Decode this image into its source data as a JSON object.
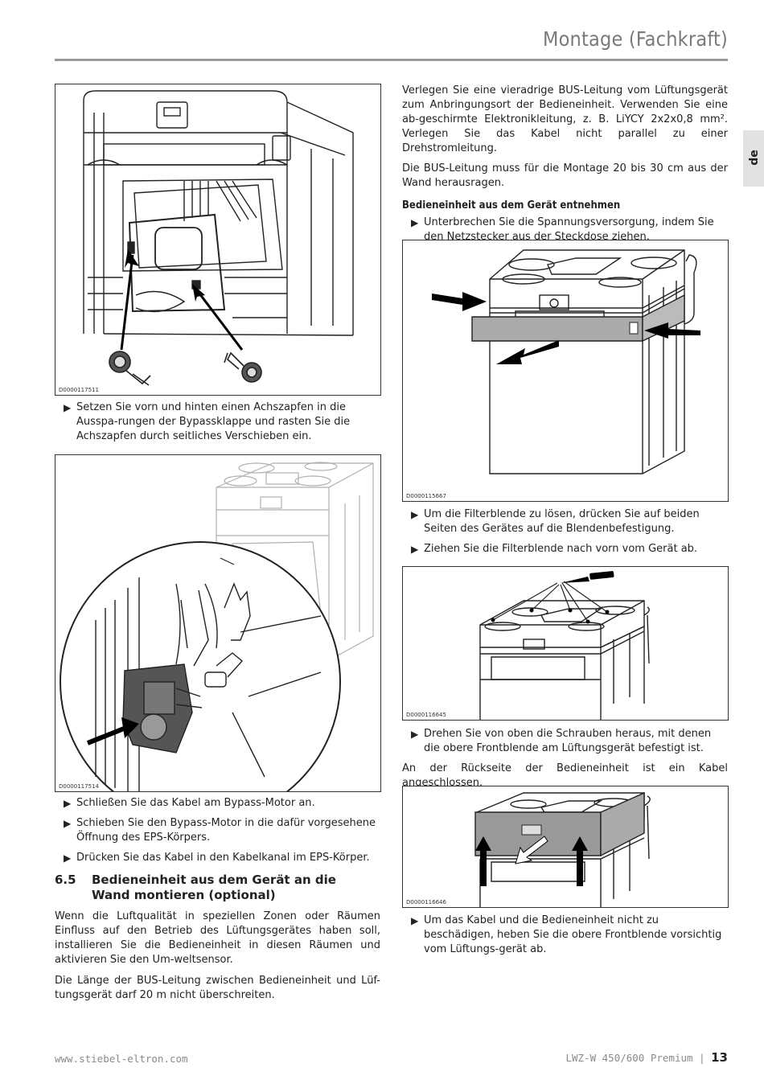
{
  "header": {
    "title": "Montage (Fachkraft)",
    "lang": "de"
  },
  "left": {
    "fig1_code": "D0000117511",
    "step1": "Setzen Sie vorn und hinten einen Achszapfen in die Ausspa-rungen der Bypassklappe und rasten Sie die Achszapfen durch seitliches Verschieben ein.",
    "fig2_code": "D0000117514",
    "step2": "Schließen Sie das Kabel am Bypass-Motor an.",
    "step3": "Schieben Sie den Bypass-Motor in die dafür vorgesehene Öffnung des EPS-Körpers.",
    "step4": "Drücken Sie das Kabel in den Kabelkanal im EPS-Körper.",
    "section_num": "6.5",
    "section_title": "Bedieneinheit aus dem Gerät an die Wand montieren (optional)",
    "para1": "Wenn die Luftqualität in speziellen Zonen oder Räumen Einfluss auf den Betrieb des Lüftungsgerätes haben soll, installieren Sie die Bedieneinheit in diesen Räumen und aktivieren Sie den Um-weltsensor.",
    "para2": "Die Länge der BUS-Leitung zwischen Bedieneinheit und Lüf-tungsgerät darf 20 m nicht überschreiten."
  },
  "right": {
    "para1": "Verlegen Sie eine vieradrige BUS-Leitung vom Lüftungsgerät zum Anbringungsort der Bedieneinheit. Verwenden Sie eine ab-geschirmte Elektronikleitung, z. B. LiYCY 2x2x0,8 mm². Verlegen Sie das Kabel nicht parallel zu einer Drehstromleitung.",
    "para2": "Die BUS-Leitung muss für die Montage 20 bis 30 cm aus der Wand herausragen.",
    "subhead": "Bedieneinheit aus dem Gerät entnehmen",
    "step1": "Unterbrechen Sie die Spannungsversorgung, indem Sie den Netzstecker aus der Steckdose ziehen.",
    "fig3_code": "D0000115667",
    "step2": "Um die Filterblende zu lösen, drücken Sie auf beiden Seiten des Gerätes auf die Blendenbefestigung.",
    "step3": "Ziehen Sie die Filterblende nach vorn vom Gerät ab.",
    "fig4_code": "D0000116645",
    "step4": "Drehen Sie von oben die Schrauben heraus, mit denen die obere Frontblende am Lüftungsgerät befestigt ist.",
    "para3": "An der Rückseite der Bedieneinheit ist ein Kabel angeschlossen.",
    "fig5_code": "D0000116646",
    "step5": "Um das Kabel und die Bedieneinheit nicht zu beschädigen, heben Sie die obere Frontblende vorsichtig vom Lüftungs-gerät ab."
  },
  "footer": {
    "url": "www.stiebel-eltron.com",
    "model": "LWZ-W 450/600 Premium",
    "sep": "|",
    "page": "13"
  }
}
